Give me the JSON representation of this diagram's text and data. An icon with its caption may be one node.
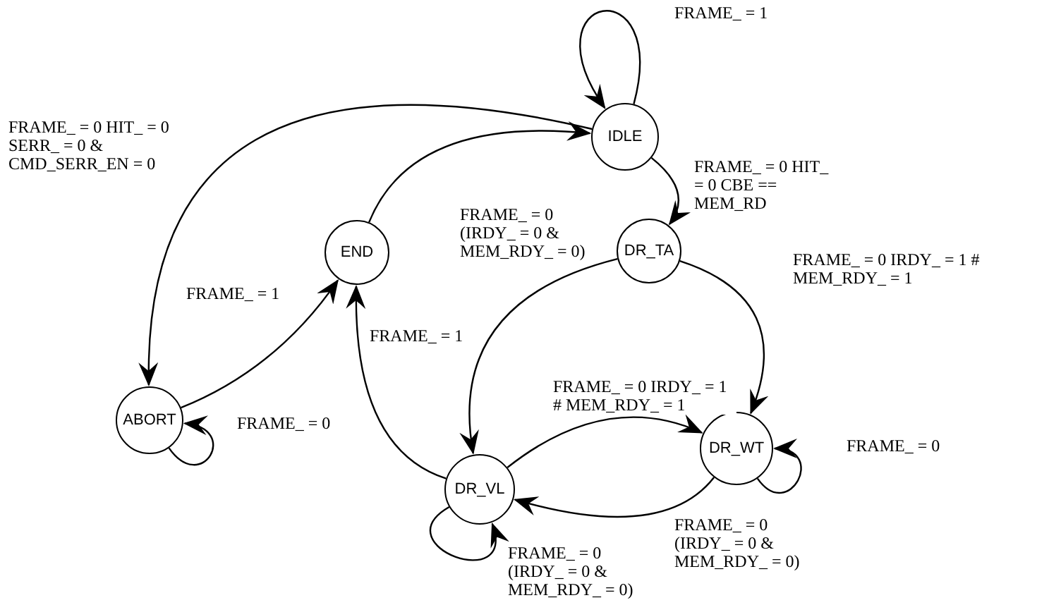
{
  "diagram": {
    "nodes": [
      {
        "text": [
          "IDLE"
        ]
      },
      {
        "text": [
          "END"
        ]
      },
      {
        "text": [
          "DR_TA"
        ]
      },
      {
        "text": [
          "ABORT"
        ]
      },
      {
        "text": [
          "DR_VL"
        ]
      },
      {
        "text": [
          "DR_WT"
        ]
      }
    ],
    "edges": [
      {
        "from": 0,
        "to": 0,
        "arrow": "to",
        "label": "FRAME_ = 1"
      },
      {
        "from": 0,
        "to": 3,
        "arrow": "to",
        "label": "FRAME_ = 0 HIT_ = 0 SERR_ = 0 & CMD_SERR_EN = 0"
      },
      {
        "from": 0,
        "to": 2,
        "arrow": "to",
        "label": "FRAME_ = 0 HIT_ = 0 CBE == MEM_RD"
      },
      {
        "from": 1,
        "to": 0,
        "arrow": "to"
      },
      {
        "from": 3,
        "to": 1,
        "arrow": "to",
        "label": "FRAME_ = 1"
      },
      {
        "from": 3,
        "to": 3,
        "arrow": "to",
        "label": "FRAME_ = 0"
      },
      {
        "from": 2,
        "to": 4,
        "arrow": "to",
        "label": "FRAME_ = 0 (IRDY_ = 0 & MEM_RDY_ = 0)"
      },
      {
        "from": 2,
        "to": 5,
        "arrow": "to",
        "label": "FRAME_ = 0 IRDY_ = 1 # MEM_RDY_ = 1"
      },
      {
        "from": 4,
        "to": 1,
        "arrow": "to",
        "label": "FRAME_ = 1"
      },
      {
        "from": 4,
        "to": 5,
        "arrow": "to",
        "label": "FRAME_ = 0 IRDY_ = 1 # MEM_RDY_ = 1"
      },
      {
        "from": 5,
        "to": 4,
        "arrow": "to",
        "label": "FRAME_ = 0 (IRDY_ = 0 & MEM_RDY_ = 0)"
      },
      {
        "from": 5,
        "to": 5,
        "arrow": "to",
        "label": "FRAME_ = 0"
      },
      {
        "from": 4,
        "to": 4,
        "arrow": "to",
        "label": "FRAME_ = 0 (IRDY_ = 0 & MEM_RDY_ = 0)"
      }
    ]
  }
}
